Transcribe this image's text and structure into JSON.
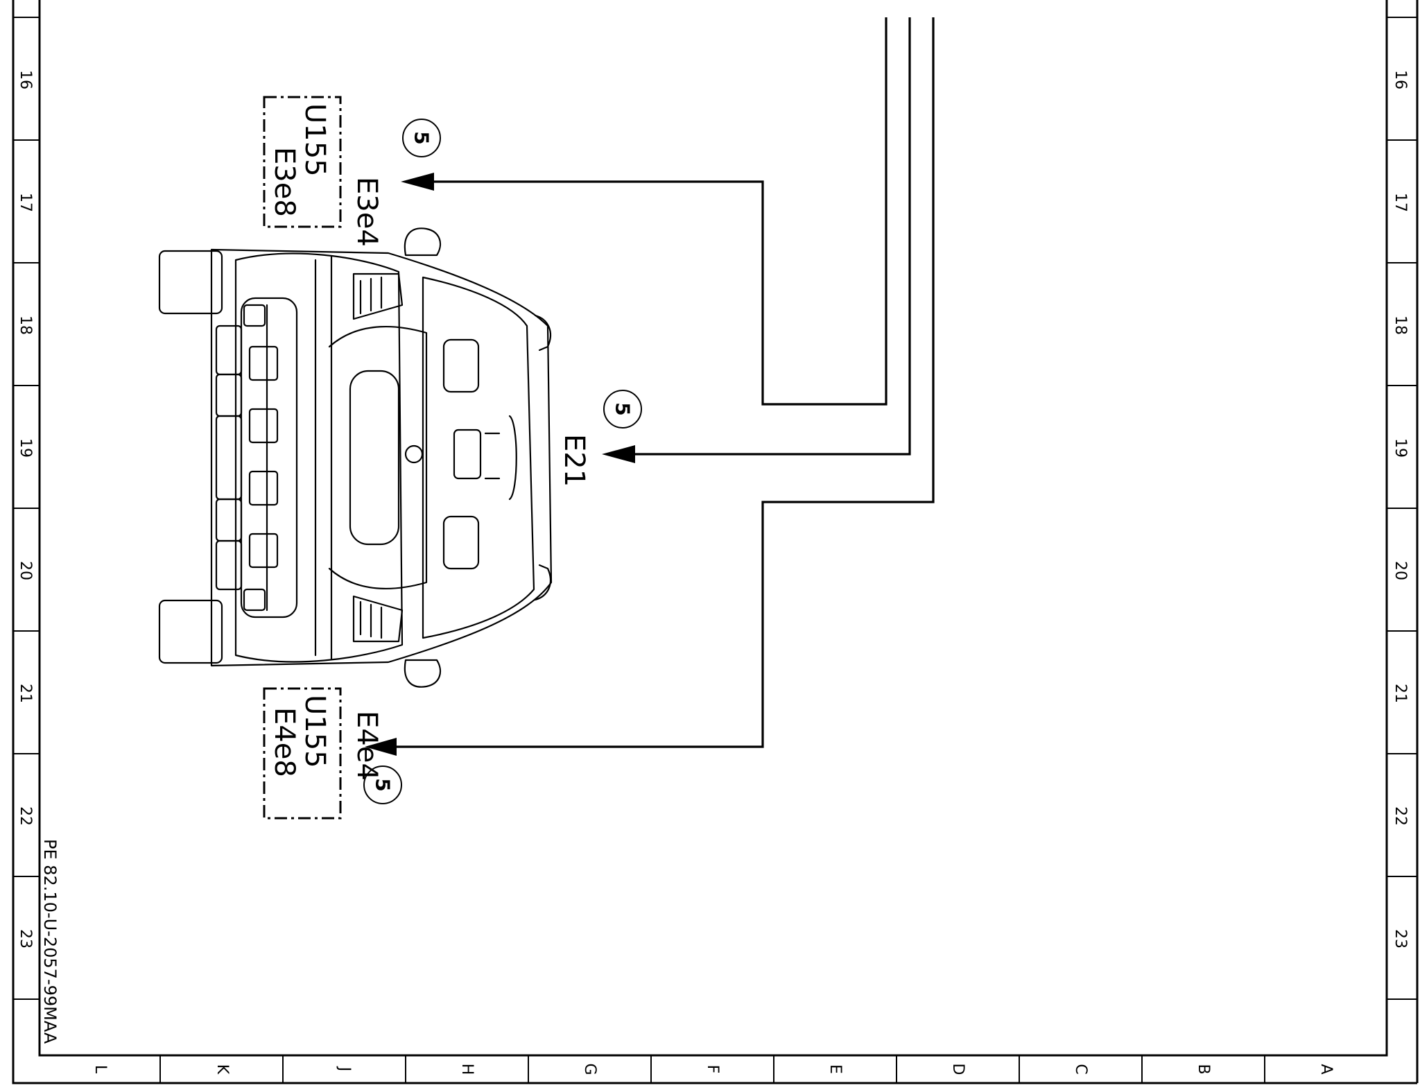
{
  "grid": {
    "rows": [
      "16",
      "17",
      "18",
      "19",
      "20",
      "21",
      "22",
      "23"
    ],
    "columns": [
      "L",
      "K",
      "J",
      "H",
      "G",
      "F",
      "E",
      "D",
      "C",
      "B",
      "A"
    ]
  },
  "drawing_number": "PE 82.10-U-2057-99MAA",
  "connections": [
    {
      "id": "E3e4",
      "label": "E3e4",
      "badge": "5"
    },
    {
      "id": "E21",
      "label": "E21",
      "badge": "5"
    },
    {
      "id": "E4e4",
      "label": "E4e4",
      "badge": "5"
    }
  ],
  "components": [
    {
      "id": "U155-top",
      "lines": [
        "U155",
        "E3e8"
      ]
    },
    {
      "id": "U155-bottom",
      "lines": [
        "U155",
        "E4e8"
      ]
    }
  ]
}
